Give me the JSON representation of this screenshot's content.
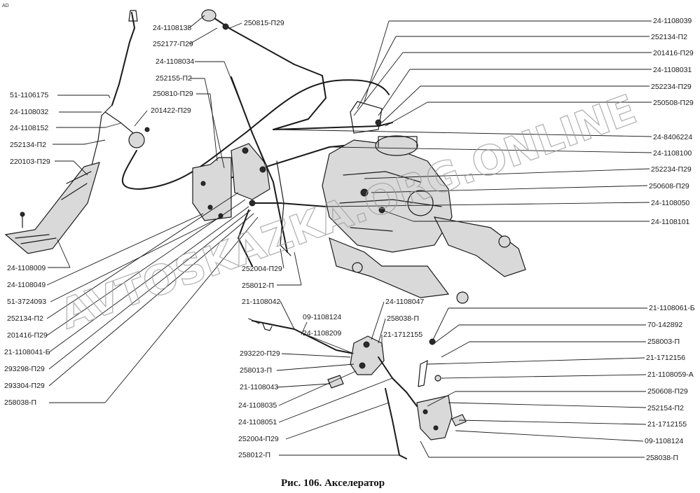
{
  "corner_mark": "AD",
  "caption": "Рис. 106. Акселератор",
  "watermark": "AVTOSKAZKA.ORG.ONLINE",
  "labels": {
    "l01": "24-1108138",
    "l02": "252177-П29",
    "l03": "250815-П29",
    "l04": "24-1108034",
    "l05": "252155-П2",
    "l06": "250810-П29",
    "l07": "201422-П29",
    "l08": "51-1106175",
    "l09": "24-1108032",
    "l10": "24-1108152",
    "l11": "252134-П2",
    "l12": "220103-П29",
    "l13": "24-1108009",
    "l14": "24-1108049",
    "l15": "51-3724093",
    "l16": "252134-П2",
    "l17": "201416-П29",
    "l18": "21-1108041-Б",
    "l19": "293298-П29",
    "l20": "293304-П29",
    "l21": "258038-П",
    "l22": "24-1108039",
    "l23": "252134-П2",
    "l24": "201416-П29",
    "l25": "24-1108031",
    "l26": "252234-П29",
    "l27": "250508-П29",
    "l28": "24-8406224",
    "l29": "24-1108100",
    "l30": "252234-П29",
    "l31": "250608-П29",
    "l32": "24-1108050",
    "l33": "24-1108101",
    "l34": "252004-П29",
    "l35": "258012-П",
    "l36": "21-1108042",
    "l37": "09-1108124",
    "l38": "24-1108047",
    "l39": "258038-П",
    "l40": "24-1108209",
    "l41": "21-1712155",
    "l42": "293220-П29",
    "l43": "258013-П",
    "l44": "21-1108043",
    "l45": "24-1108035",
    "l46": "24-1108051",
    "l47": "252004-П29",
    "l48": "258012-П",
    "l49": "21-1108061-Б",
    "l50": "70-142892",
    "l51": "258003-П",
    "l52": "21-1712156",
    "l53": "21-1108059-А",
    "l54": "250608-П29",
    "l55": "252154-П2",
    "l56": "21-1712155",
    "l57": "09-1108124",
    "l58": "258038-П"
  }
}
